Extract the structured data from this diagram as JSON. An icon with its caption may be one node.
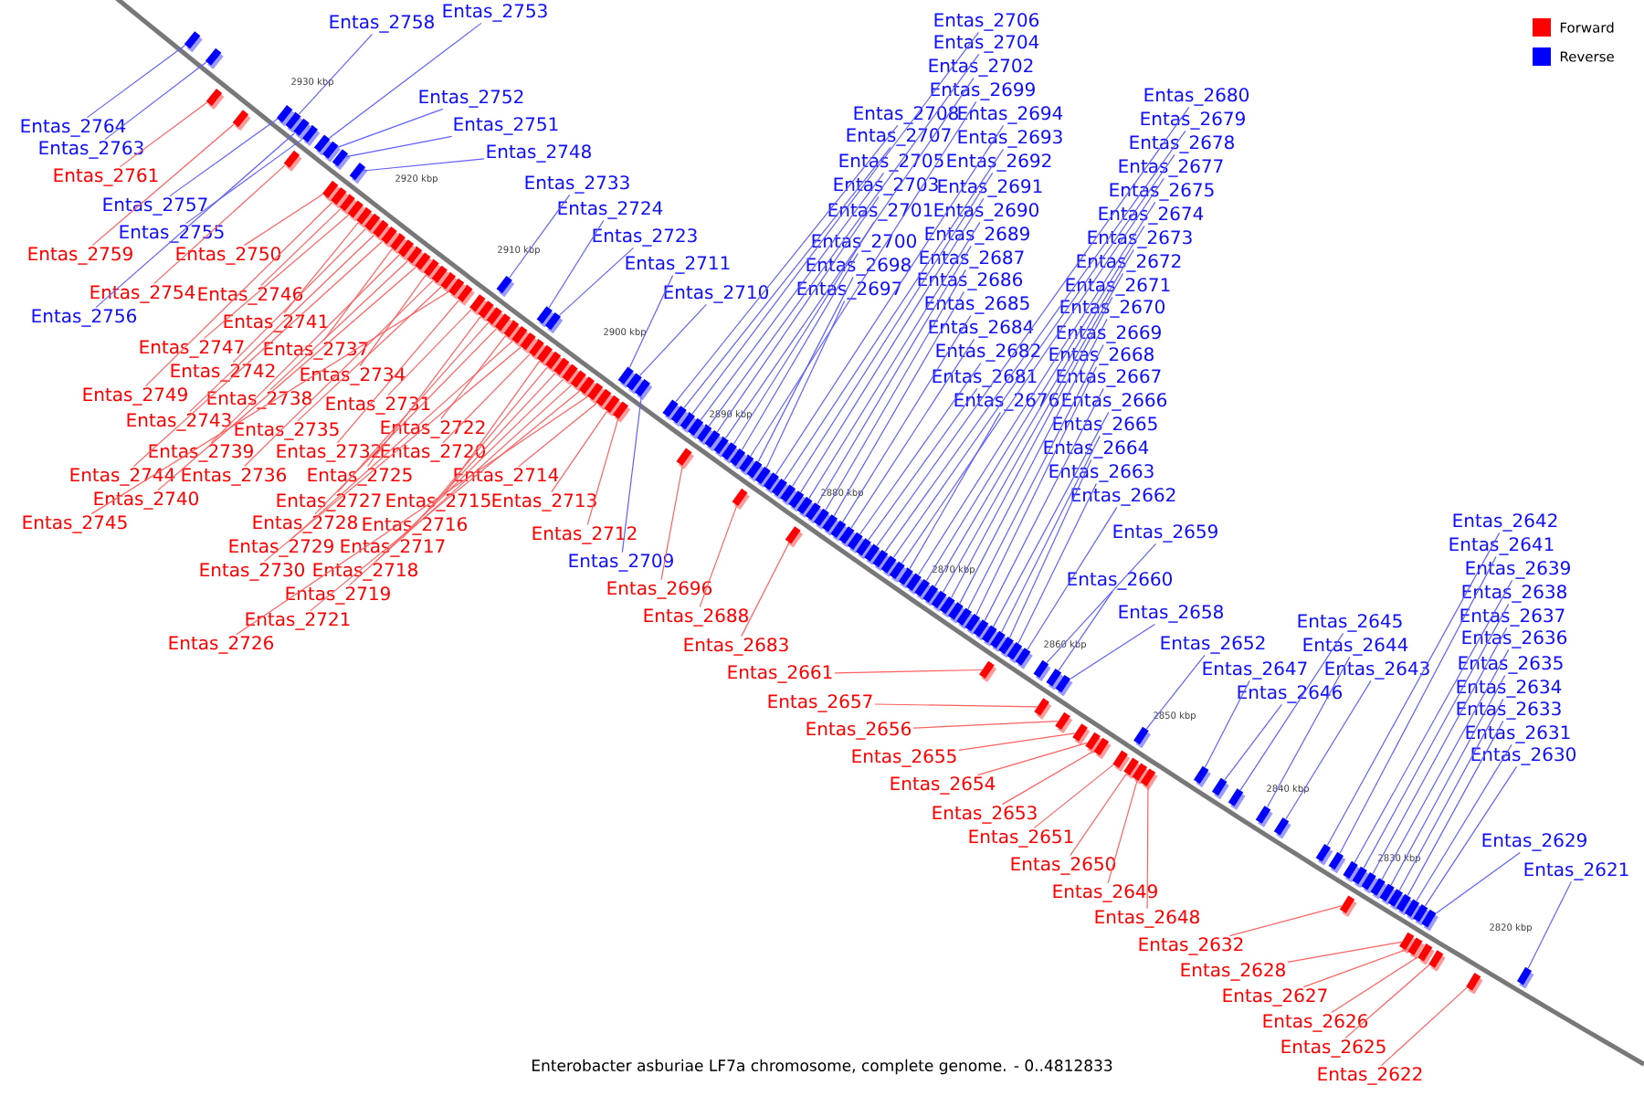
{
  "diagram": {
    "caption": "Enterobacter asburiae LF7a chromosome, complete genome. - 0..4812833",
    "nodes": [
      {
        "text": [
          "Entas_2758"
        ]
      },
      {
        "text": [
          "Entas_2753"
        ]
      },
      {
        "text": [
          "Entas_2752"
        ]
      },
      {
        "text": [
          "Entas_2751"
        ]
      },
      {
        "text": [
          "Entas_2748"
        ]
      },
      {
        "text": [
          "Entas_2764"
        ]
      },
      {
        "text": [
          "Entas_2763"
        ]
      },
      {
        "text": [
          "Entas_2761"
        ]
      },
      {
        "text": [
          "Entas_2757"
        ]
      },
      {
        "text": [
          "Entas_2755"
        ]
      },
      {
        "text": [
          "Entas_2759"
        ]
      },
      {
        "text": [
          "Entas_2750"
        ]
      },
      {
        "text": [
          "Entas_2754"
        ]
      },
      {
        "text": [
          "Entas_2756"
        ]
      },
      {
        "text": [
          "Entas_2746"
        ]
      },
      {
        "text": [
          "Entas_2741"
        ]
      },
      {
        "text": [
          "Entas_2747"
        ]
      },
      {
        "text": [
          "Entas_2737"
        ]
      },
      {
        "text": [
          "Entas_2742"
        ]
      },
      {
        "text": [
          "Entas_2734"
        ]
      },
      {
        "text": [
          "Entas_2749"
        ]
      },
      {
        "text": [
          "Entas_2738"
        ]
      },
      {
        "text": [
          "Entas_2743"
        ]
      },
      {
        "text": [
          "Entas_2731"
        ]
      },
      {
        "text": [
          "Entas_2735"
        ]
      },
      {
        "text": [
          "Entas_2739"
        ]
      },
      {
        "text": [
          "Entas_2732"
        ]
      },
      {
        "text": [
          "Entas_2744"
        ]
      },
      {
        "text": [
          "Entas_2736"
        ]
      },
      {
        "text": [
          "Entas_2725"
        ]
      },
      {
        "text": [
          "Entas_2740"
        ]
      },
      {
        "text": [
          "Entas_2745"
        ]
      },
      {
        "text": [
          "Entas_2722"
        ]
      },
      {
        "text": [
          "Entas_2720"
        ]
      },
      {
        "text": [
          "Entas_2727"
        ]
      },
      {
        "text": [
          "Entas_2715"
        ]
      },
      {
        "text": [
          "Entas_2728"
        ]
      },
      {
        "text": [
          "Entas_2716"
        ]
      },
      {
        "text": [
          "Entas_2729"
        ]
      },
      {
        "text": [
          "Entas_2717"
        ]
      },
      {
        "text": [
          "Entas_2730"
        ]
      },
      {
        "text": [
          "Entas_2718"
        ]
      },
      {
        "text": [
          "Entas_2719"
        ]
      },
      {
        "text": [
          "Entas_2721"
        ]
      },
      {
        "text": [
          "Entas_2726"
        ]
      },
      {
        "text": [
          "Entas_2714"
        ]
      },
      {
        "text": [
          "Entas_2713"
        ]
      },
      {
        "text": [
          "Entas_2733"
        ]
      },
      {
        "text": [
          "Entas_2724"
        ]
      },
      {
        "text": [
          "Entas_2723"
        ]
      },
      {
        "text": [
          "Entas_2711"
        ]
      },
      {
        "text": [
          "Entas_2710"
        ]
      },
      {
        "text": [
          "Entas_2712"
        ]
      },
      {
        "text": [
          "Entas_2709"
        ]
      },
      {
        "text": [
          "Entas_2696"
        ]
      },
      {
        "text": [
          "Entas_2688"
        ]
      },
      {
        "text": [
          "Entas_2683"
        ]
      },
      {
        "text": [
          "Entas_2706"
        ]
      },
      {
        "text": [
          "Entas_2704"
        ]
      },
      {
        "text": [
          "Entas_2702"
        ]
      },
      {
        "text": [
          "Entas_2699"
        ]
      },
      {
        "text": [
          "Entas_2708"
        ]
      },
      {
        "text": [
          "Entas_2707"
        ]
      },
      {
        "text": [
          "Entas_2705"
        ]
      },
      {
        "text": [
          "Entas_2703"
        ]
      },
      {
        "text": [
          "Entas_2701"
        ]
      },
      {
        "text": [
          "Entas_2700"
        ]
      },
      {
        "text": [
          "Entas_2698"
        ]
      },
      {
        "text": [
          "Entas_2697"
        ]
      },
      {
        "text": [
          "Entas_2694"
        ]
      },
      {
        "text": [
          "Entas_2693"
        ]
      },
      {
        "text": [
          "Entas_2692"
        ]
      },
      {
        "text": [
          "Entas_2691"
        ]
      },
      {
        "text": [
          "Entas_2690"
        ]
      },
      {
        "text": [
          "Entas_2689"
        ]
      },
      {
        "text": [
          "Entas_2687"
        ]
      },
      {
        "text": [
          "Entas_2686"
        ]
      },
      {
        "text": [
          "Entas_2685"
        ]
      },
      {
        "text": [
          "Entas_2684"
        ]
      },
      {
        "text": [
          "Entas_2682"
        ]
      },
      {
        "text": [
          "Entas_2681"
        ]
      },
      {
        "text": [
          "Entas_2676"
        ]
      },
      {
        "text": [
          "Entas_2680"
        ]
      },
      {
        "text": [
          "Entas_2679"
        ]
      },
      {
        "text": [
          "Entas_2678"
        ]
      },
      {
        "text": [
          "Entas_2677"
        ]
      },
      {
        "text": [
          "Entas_2675"
        ]
      },
      {
        "text": [
          "Entas_2674"
        ]
      },
      {
        "text": [
          "Entas_2673"
        ]
      },
      {
        "text": [
          "Entas_2672"
        ]
      },
      {
        "text": [
          "Entas_2671"
        ]
      },
      {
        "text": [
          "Entas_2670"
        ]
      },
      {
        "text": [
          "Entas_2669"
        ]
      },
      {
        "text": [
          "Entas_2668"
        ]
      },
      {
        "text": [
          "Entas_2667"
        ]
      },
      {
        "text": [
          "Entas_2666"
        ]
      },
      {
        "text": [
          "Entas_2665"
        ]
      },
      {
        "text": [
          "Entas_2664"
        ]
      },
      {
        "text": [
          "Entas_2663"
        ]
      },
      {
        "text": [
          "Entas_2662"
        ]
      },
      {
        "text": [
          "Entas_2659"
        ]
      },
      {
        "text": [
          "Entas_2660"
        ]
      },
      {
        "text": [
          "Entas_2658"
        ]
      },
      {
        "text": [
          "Entas_2652"
        ]
      },
      {
        "text": [
          "Entas_2647"
        ]
      },
      {
        "text": [
          "Entas_2646"
        ]
      },
      {
        "text": [
          "Entas_2645"
        ]
      },
      {
        "text": [
          "Entas_2644"
        ]
      },
      {
        "text": [
          "Entas_2643"
        ]
      },
      {
        "text": [
          "Entas_2642"
        ]
      },
      {
        "text": [
          "Entas_2641"
        ]
      },
      {
        "text": [
          "Entas_2639"
        ]
      },
      {
        "text": [
          "Entas_2638"
        ]
      },
      {
        "text": [
          "Entas_2637"
        ]
      },
      {
        "text": [
          "Entas_2636"
        ]
      },
      {
        "text": [
          "Entas_2635"
        ]
      },
      {
        "text": [
          "Entas_2634"
        ]
      },
      {
        "text": [
          "Entas_2633"
        ]
      },
      {
        "text": [
          "Entas_2631"
        ]
      },
      {
        "text": [
          "Entas_2630"
        ]
      },
      {
        "text": [
          "Entas_2629"
        ]
      },
      {
        "text": [
          "Entas_2621"
        ]
      },
      {
        "text": [
          "Entas_2661"
        ]
      },
      {
        "text": [
          "Entas_2657"
        ]
      },
      {
        "text": [
          "Entas_2656"
        ]
      },
      {
        "text": [
          "Entas_2655"
        ]
      },
      {
        "text": [
          "Entas_2654"
        ]
      },
      {
        "text": [
          "Entas_2653"
        ]
      },
      {
        "text": [
          "Entas_2651"
        ]
      },
      {
        "text": [
          "Entas_2650"
        ]
      },
      {
        "text": [
          "Entas_2649"
        ]
      },
      {
        "text": [
          "Entas_2648"
        ]
      },
      {
        "text": [
          "Entas_2632"
        ]
      },
      {
        "text": [
          "Entas_2628"
        ]
      },
      {
        "text": [
          "Entas_2627"
        ]
      },
      {
        "text": [
          "Entas_2626"
        ]
      },
      {
        "text": [
          "Entas_2625"
        ]
      },
      {
        "text": [
          "Entas_2622"
        ]
      },
      {
        "text": [],
        "shape": "box"
      },
      {
        "text": [],
        "shape": "box"
      },
      {
        "text": [],
        "shape": "box"
      },
      {
        "text": [],
        "shape": "box"
      },
      {
        "text": [],
        "shape": "box"
      },
      {
        "text": [],
        "shape": "box"
      },
      {
        "text": [],
        "shape": "box"
      },
      {
        "text": [],
        "shape": "box"
      },
      {
        "text": [],
        "shape": "box"
      },
      {
        "text": [],
        "shape": "box"
      },
      {
        "text": [],
        "shape": "box"
      },
      {
        "text": [],
        "shape": "box"
      },
      {
        "text": [],
        "shape": "box"
      },
      {
        "text": [],
        "shape": "box"
      },
      {
        "text": [],
        "shape": "box"
      },
      {
        "text": [],
        "shape": "box"
      },
      {
        "text": [],
        "shape": "box"
      },
      {
        "text": [],
        "shape": "box"
      },
      {
        "text": [],
        "shape": "box"
      },
      {
        "text": [],
        "shape": "box"
      },
      {
        "text": [],
        "shape": "box"
      },
      {
        "text": [],
        "shape": "box"
      },
      {
        "text": [],
        "shape": "box"
      },
      {
        "text": [],
        "shape": "box"
      },
      {
        "text": [],
        "shape": "box"
      },
      {
        "text": [],
        "shape": "box"
      },
      {
        "text": [],
        "shape": "box"
      },
      {
        "text": [],
        "shape": "box"
      },
      {
        "text": [],
        "shape": "box"
      },
      {
        "text": [],
        "shape": "box"
      },
      {
        "text": [],
        "shape": "box"
      },
      {
        "text": [],
        "shape": "box"
      },
      {
        "text": [],
        "shape": "box"
      },
      {
        "text": [],
        "shape": "box"
      },
      {
        "text": [],
        "shape": "box"
      },
      {
        "text": [],
        "shape": "box"
      },
      {
        "text": [],
        "shape": "box"
      },
      {
        "text": [],
        "shape": "box"
      },
      {
        "text": [],
        "shape": "box"
      },
      {
        "text": [],
        "shape": "box"
      },
      {
        "text": [],
        "shape": "box"
      },
      {
        "text": [],
        "shape": "box"
      },
      {
        "text": [],
        "shape": "box"
      },
      {
        "text": [],
        "shape": "box"
      },
      {
        "text": [],
        "shape": "box"
      },
      {
        "text": [],
        "shape": "box"
      },
      {
        "text": [],
        "shape": "box"
      },
      {
        "text": [],
        "shape": "box"
      },
      {
        "text": [],
        "shape": "box"
      },
      {
        "text": [],
        "shape": "box"
      },
      {
        "text": [],
        "shape": "box"
      },
      {
        "text": [],
        "shape": "box"
      },
      {
        "text": [],
        "shape": "box"
      },
      {
        "text": [],
        "shape": "box"
      },
      {
        "text": [],
        "shape": "box"
      },
      {
        "text": [],
        "shape": "box"
      },
      {
        "text": [],
        "shape": "box"
      },
      {
        "text": [],
        "shape": "box"
      },
      {
        "text": [],
        "shape": "box"
      },
      {
        "text": [],
        "shape": "box"
      },
      {
        "text": [],
        "shape": "box"
      },
      {
        "text": [],
        "shape": "box"
      },
      {
        "text": [],
        "shape": "box"
      },
      {
        "text": [],
        "shape": "box"
      },
      {
        "text": [],
        "shape": "box"
      },
      {
        "text": [],
        "shape": "box"
      },
      {
        "text": [],
        "shape": "box"
      },
      {
        "text": [],
        "shape": "box"
      },
      {
        "text": [],
        "shape": "box"
      },
      {
        "text": [],
        "shape": "box"
      },
      {
        "text": [],
        "shape": "box"
      },
      {
        "text": [],
        "shape": "box"
      },
      {
        "text": [],
        "shape": "box"
      },
      {
        "text": [],
        "shape": "box"
      },
      {
        "text": [],
        "shape": "box"
      },
      {
        "text": [],
        "shape": "box"
      },
      {
        "text": [],
        "shape": "box"
      },
      {
        "text": [],
        "shape": "box"
      },
      {
        "text": [],
        "shape": "box"
      },
      {
        "text": [],
        "shape": "box"
      },
      {
        "text": [],
        "shape": "box"
      },
      {
        "text": [],
        "shape": "box"
      },
      {
        "text": [],
        "shape": "box"
      },
      {
        "text": [],
        "shape": "box"
      },
      {
        "text": [],
        "shape": "box"
      },
      {
        "text": [],
        "shape": "box"
      },
      {
        "text": [],
        "shape": "box"
      },
      {
        "text": [],
        "shape": "box"
      },
      {
        "text": [],
        "shape": "box"
      },
      {
        "text": [],
        "shape": "box"
      },
      {
        "text": [],
        "shape": "box"
      },
      {
        "text": [],
        "shape": "box"
      },
      {
        "text": [],
        "shape": "box"
      },
      {
        "text": [],
        "shape": "box"
      },
      {
        "text": [],
        "shape": "box"
      },
      {
        "text": [],
        "shape": "box"
      },
      {
        "text": [],
        "shape": "box"
      },
      {
        "text": [],
        "shape": "box"
      },
      {
        "text": [],
        "shape": "box"
      },
      {
        "text": [],
        "shape": "box"
      },
      {
        "text": [],
        "shape": "box"
      },
      {
        "text": [],
        "shape": "box"
      },
      {
        "text": [],
        "shape": "box"
      },
      {
        "text": [],
        "shape": "box"
      },
      {
        "text": [],
        "shape": "box"
      },
      {
        "text": [],
        "shape": "box"
      },
      {
        "text": [],
        "shape": "box"
      },
      {
        "text": [],
        "shape": "box"
      },
      {
        "text": [],
        "shape": "box"
      },
      {
        "text": [],
        "shape": "box"
      },
      {
        "text": [],
        "shape": "box"
      },
      {
        "text": [],
        "shape": "box"
      },
      {
        "text": [],
        "shape": "box"
      },
      {
        "text": [],
        "shape": "box"
      },
      {
        "text": [],
        "shape": "box"
      },
      {
        "text": [],
        "shape": "box"
      },
      {
        "text": [],
        "shape": "box"
      },
      {
        "text": [],
        "shape": "box"
      },
      {
        "text": [],
        "shape": "box"
      },
      {
        "text": [],
        "shape": "box"
      },
      {
        "text": [],
        "shape": "box"
      },
      {
        "text": [],
        "shape": "box"
      },
      {
        "text": [],
        "shape": "box"
      },
      {
        "text": [],
        "shape": "box"
      },
      {
        "text": [],
        "shape": "box"
      },
      {
        "text": [],
        "shape": "box"
      },
      {
        "text": [],
        "shape": "box"
      },
      {
        "text": [],
        "shape": "box"
      },
      {
        "text": [],
        "shape": "box"
      },
      {
        "text": [],
        "shape": "box"
      },
      {
        "text": [],
        "shape": "box"
      },
      {
        "text": [],
        "shape": "box"
      },
      {
        "text": [],
        "shape": "box"
      },
      {
        "text": [],
        "shape": "box"
      },
      {
        "text": [],
        "shape": "box"
      },
      {
        "text": [],
        "shape": "box"
      },
      {
        "text": [],
        "shape": "box"
      },
      {
        "text": [],
        "shape": "box"
      }
    ],
    "edges": [
      {
        "from": 0,
        "to": 138,
        "arrow": "none",
        "color": "#6060ff"
      },
      {
        "from": 1,
        "to": 139,
        "arrow": "none",
        "color": "#6060ff"
      },
      {
        "from": 2,
        "to": 140,
        "arrow": "none",
        "color": "#6060ff"
      },
      {
        "from": 3,
        "to": 141,
        "arrow": "none",
        "color": "#6060ff"
      },
      {
        "from": 4,
        "to": 142,
        "arrow": "none",
        "color": "#6060ff"
      },
      {
        "from": 5,
        "to": 143,
        "arrow": "none",
        "color": "#6060ff"
      },
      {
        "from": 6,
        "to": 144,
        "arrow": "none",
        "color": "#6060ff"
      },
      {
        "from": 7,
        "to": 145,
        "arrow": "none",
        "color": "#ff6060"
      },
      {
        "from": 8,
        "to": 146,
        "arrow": "none",
        "color": "#6060ff"
      },
      {
        "from": 9,
        "to": 147,
        "arrow": "none",
        "color": "#6060ff"
      },
      {
        "from": 10,
        "to": 148,
        "arrow": "none",
        "color": "#ff6060"
      },
      {
        "from": 11,
        "to": 149,
        "arrow": "none",
        "color": "#ff6060"
      },
      {
        "from": 12,
        "to": 150,
        "arrow": "none",
        "color": "#ff6060"
      },
      {
        "from": 13,
        "to": 151,
        "arrow": "none",
        "color": "#6060ff"
      },
      {
        "from": 14,
        "to": 152,
        "arrow": "none",
        "color": "#ff6060"
      },
      {
        "from": 15,
        "to": 153,
        "arrow": "none",
        "color": "#ff6060"
      },
      {
        "from": 16,
        "to": 154,
        "arrow": "none",
        "color": "#ff6060"
      },
      {
        "from": 17,
        "to": 155,
        "arrow": "none",
        "color": "#ff6060"
      },
      {
        "from": 18,
        "to": 156,
        "arrow": "none",
        "color": "#ff6060"
      },
      {
        "from": 19,
        "to": 157,
        "arrow": "none",
        "color": "#ff6060"
      },
      {
        "from": 20,
        "to": 158,
        "arrow": "none",
        "color": "#ff6060"
      },
      {
        "from": 21,
        "to": 159,
        "arrow": "none",
        "color": "#ff6060"
      },
      {
        "from": 22,
        "to": 160,
        "arrow": "none",
        "color": "#ff6060"
      },
      {
        "from": 23,
        "to": 161,
        "arrow": "none",
        "color": "#ff6060"
      },
      {
        "from": 24,
        "to": 162,
        "arrow": "none",
        "color": "#ff6060"
      },
      {
        "from": 25,
        "to": 163,
        "arrow": "none",
        "color": "#ff6060"
      },
      {
        "from": 26,
        "to": 164,
        "arrow": "none",
        "color": "#ff6060"
      },
      {
        "from": 27,
        "to": 165,
        "arrow": "none",
        "color": "#ff6060"
      },
      {
        "from": 28,
        "to": 166,
        "arrow": "none",
        "color": "#ff6060"
      },
      {
        "from": 29,
        "to": 167,
        "arrow": "none",
        "color": "#ff6060"
      },
      {
        "from": 30,
        "to": 168,
        "arrow": "none",
        "color": "#ff6060"
      },
      {
        "from": 31,
        "to": 169,
        "arrow": "none",
        "color": "#ff6060"
      },
      {
        "from": 32,
        "to": 170,
        "arrow": "none",
        "color": "#ff6060"
      },
      {
        "from": 33,
        "to": 171,
        "arrow": "none",
        "color": "#ff6060"
      },
      {
        "from": 34,
        "to": 172,
        "arrow": "none",
        "color": "#ff6060"
      },
      {
        "from": 35,
        "to": 173,
        "arrow": "none",
        "color": "#ff6060"
      },
      {
        "from": 36,
        "to": 174,
        "arrow": "none",
        "color": "#ff6060"
      },
      {
        "from": 37,
        "to": 175,
        "arrow": "none",
        "color": "#ff6060"
      },
      {
        "from": 38,
        "to": 176,
        "arrow": "none",
        "color": "#ff6060"
      },
      {
        "from": 39,
        "to": 177,
        "arrow": "none",
        "color": "#ff6060"
      },
      {
        "from": 40,
        "to": 178,
        "arrow": "none",
        "color": "#ff6060"
      },
      {
        "from": 41,
        "to": 179,
        "arrow": "none",
        "color": "#ff6060"
      },
      {
        "from": 42,
        "to": 180,
        "arrow": "none",
        "color": "#ff6060"
      },
      {
        "from": 43,
        "to": 181,
        "arrow": "none",
        "color": "#ff6060"
      },
      {
        "from": 44,
        "to": 182,
        "arrow": "none",
        "color": "#ff6060"
      },
      {
        "from": 45,
        "to": 183,
        "arrow": "none",
        "color": "#ff6060"
      },
      {
        "from": 46,
        "to": 184,
        "arrow": "none",
        "color": "#ff6060"
      },
      {
        "from": 47,
        "to": 185,
        "arrow": "none",
        "color": "#6060ff"
      },
      {
        "from": 48,
        "to": 186,
        "arrow": "none",
        "color": "#6060ff"
      },
      {
        "from": 49,
        "to": 187,
        "arrow": "none",
        "color": "#6060ff"
      },
      {
        "from": 50,
        "to": 188,
        "arrow": "none",
        "color": "#6060ff"
      },
      {
        "from": 51,
        "to": 189,
        "arrow": "none",
        "color": "#6060ff"
      },
      {
        "from": 52,
        "to": 190,
        "arrow": "none",
        "color": "#ff6060"
      },
      {
        "from": 53,
        "to": 191,
        "arrow": "none",
        "color": "#6060ff"
      },
      {
        "from": 54,
        "to": 192,
        "arrow": "none",
        "color": "#ff6060"
      },
      {
        "from": 55,
        "to": 193,
        "arrow": "none",
        "color": "#ff6060"
      },
      {
        "from": 56,
        "to": 194,
        "arrow": "none",
        "color": "#ff6060"
      },
      {
        "from": 57,
        "to": 195,
        "arrow": "none",
        "color": "#6060ff"
      },
      {
        "from": 58,
        "to": 196,
        "arrow": "none",
        "color": "#6060ff"
      },
      {
        "from": 59,
        "to": 197,
        "arrow": "none",
        "color": "#6060ff"
      },
      {
        "from": 60,
        "to": 198,
        "arrow": "none",
        "color": "#6060ff"
      },
      {
        "from": 61,
        "to": 199,
        "arrow": "none",
        "color": "#6060ff"
      },
      {
        "from": 62,
        "to": 200,
        "arrow": "none",
        "color": "#6060ff"
      },
      {
        "from": 63,
        "to": 201,
        "arrow": "none",
        "color": "#6060ff"
      },
      {
        "from": 64,
        "to": 202,
        "arrow": "none",
        "color": "#6060ff"
      },
      {
        "from": 65,
        "to": 203,
        "arrow": "none",
        "color": "#6060ff"
      },
      {
        "from": 66,
        "to": 204,
        "arrow": "none",
        "color": "#6060ff"
      },
      {
        "from": 67,
        "to": 205,
        "arrow": "none",
        "color": "#6060ff"
      },
      {
        "from": 68,
        "to": 206,
        "arrow": "none",
        "color": "#6060ff"
      },
      {
        "from": 69,
        "to": 207,
        "arrow": "none",
        "color": "#6060ff"
      },
      {
        "from": 70,
        "to": 208,
        "arrow": "none",
        "color": "#6060ff"
      },
      {
        "from": 71,
        "to": 209,
        "arrow": "none",
        "color": "#6060ff"
      },
      {
        "from": 72,
        "to": 210,
        "arrow": "none",
        "color": "#6060ff"
      },
      {
        "from": 73,
        "to": 211,
        "arrow": "none",
        "color": "#6060ff"
      },
      {
        "from": 74,
        "to": 212,
        "arrow": "none",
        "color": "#6060ff"
      },
      {
        "from": 75,
        "to": 213,
        "arrow": "none",
        "color": "#6060ff"
      },
      {
        "from": 76,
        "to": 214,
        "arrow": "none",
        "color": "#6060ff"
      },
      {
        "from": 77,
        "to": 215,
        "arrow": "none",
        "color": "#6060ff"
      },
      {
        "from": 78,
        "to": 216,
        "arrow": "none",
        "color": "#6060ff"
      },
      {
        "from": 79,
        "to": 217,
        "arrow": "none",
        "color": "#6060ff"
      },
      {
        "from": 80,
        "to": 218,
        "arrow": "none",
        "color": "#6060ff"
      },
      {
        "from": 81,
        "to": 219,
        "arrow": "none",
        "color": "#6060ff"
      },
      {
        "from": 82,
        "to": 220,
        "arrow": "none",
        "color": "#6060ff"
      },
      {
        "from": 83,
        "to": 221,
        "arrow": "none",
        "color": "#6060ff"
      },
      {
        "from": 84,
        "to": 222,
        "arrow": "none",
        "color": "#6060ff"
      },
      {
        "from": 85,
        "to": 223,
        "arrow": "none",
        "color": "#6060ff"
      },
      {
        "from": 86,
        "to": 224,
        "arrow": "none",
        "color": "#6060ff"
      },
      {
        "from": 87,
        "to": 225,
        "arrow": "none",
        "color": "#6060ff"
      },
      {
        "from": 88,
        "to": 226,
        "arrow": "none",
        "color": "#6060ff"
      },
      {
        "from": 89,
        "to": 227,
        "arrow": "none",
        "color": "#6060ff"
      },
      {
        "from": 90,
        "to": 228,
        "arrow": "none",
        "color": "#6060ff"
      },
      {
        "from": 91,
        "to": 229,
        "arrow": "none",
        "color": "#6060ff"
      },
      {
        "from": 92,
        "to": 230,
        "arrow": "none",
        "color": "#6060ff"
      },
      {
        "from": 93,
        "to": 231,
        "arrow": "none",
        "color": "#6060ff"
      },
      {
        "from": 94,
        "to": 232,
        "arrow": "none",
        "color": "#6060ff"
      },
      {
        "from": 95,
        "to": 233,
        "arrow": "none",
        "color": "#6060ff"
      },
      {
        "from": 96,
        "to": 234,
        "arrow": "none",
        "color": "#6060ff"
      },
      {
        "from": 97,
        "to": 235,
        "arrow": "none",
        "color": "#6060ff"
      },
      {
        "from": 98,
        "to": 236,
        "arrow": "none",
        "color": "#6060ff"
      },
      {
        "from": 99,
        "to": 237,
        "arrow": "none",
        "color": "#6060ff"
      },
      {
        "from": 100,
        "to": 238,
        "arrow": "none",
        "color": "#6060ff"
      },
      {
        "from": 101,
        "to": 239,
        "arrow": "none",
        "color": "#6060ff"
      },
      {
        "from": 102,
        "to": 240,
        "arrow": "none",
        "color": "#6060ff"
      },
      {
        "from": 103,
        "to": 241,
        "arrow": "none",
        "color": "#6060ff"
      },
      {
        "from": 104,
        "to": 242,
        "arrow": "none",
        "color": "#6060ff"
      },
      {
        "from": 105,
        "to": 243,
        "arrow": "none",
        "color": "#6060ff"
      },
      {
        "from": 106,
        "to": 244,
        "arrow": "none",
        "color": "#6060ff"
      },
      {
        "from": 107,
        "to": 245,
        "arrow": "none",
        "color": "#6060ff"
      },
      {
        "from": 108,
        "to": 246,
        "arrow": "none",
        "color": "#6060ff"
      },
      {
        "from": 109,
        "to": 247,
        "arrow": "none",
        "color": "#6060ff"
      },
      {
        "from": 110,
        "to": 248,
        "arrow": "none",
        "color": "#6060ff"
      },
      {
        "from": 111,
        "to": 249,
        "arrow": "none",
        "color": "#6060ff"
      },
      {
        "from": 112,
        "to": 250,
        "arrow": "none",
        "color": "#6060ff"
      },
      {
        "from": 113,
        "to": 251,
        "arrow": "none",
        "color": "#6060ff"
      },
      {
        "from": 114,
        "to": 252,
        "arrow": "none",
        "color": "#6060ff"
      },
      {
        "from": 115,
        "to": 253,
        "arrow": "none",
        "color": "#6060ff"
      },
      {
        "from": 116,
        "to": 254,
        "arrow": "none",
        "color": "#6060ff"
      },
      {
        "from": 117,
        "to": 255,
        "arrow": "none",
        "color": "#6060ff"
      },
      {
        "from": 118,
        "to": 256,
        "arrow": "none",
        "color": "#6060ff"
      },
      {
        "from": 119,
        "to": 257,
        "arrow": "none",
        "color": "#6060ff"
      },
      {
        "from": 120,
        "to": 258,
        "arrow": "none",
        "color": "#6060ff"
      },
      {
        "from": 121,
        "to": 259,
        "arrow": "none",
        "color": "#6060ff"
      },
      {
        "from": 122,
        "to": 260,
        "arrow": "none",
        "color": "#ff6060"
      },
      {
        "from": 123,
        "to": 261,
        "arrow": "none",
        "color": "#ff6060"
      },
      {
        "from": 124,
        "to": 262,
        "arrow": "none",
        "color": "#ff6060"
      },
      {
        "from": 125,
        "to": 263,
        "arrow": "none",
        "color": "#ff6060"
      },
      {
        "from": 126,
        "to": 264,
        "arrow": "none",
        "color": "#ff6060"
      },
      {
        "from": 127,
        "to": 265,
        "arrow": "none",
        "color": "#ff6060"
      },
      {
        "from": 128,
        "to": 266,
        "arrow": "none",
        "color": "#ff6060"
      },
      {
        "from": 129,
        "to": 267,
        "arrow": "none",
        "color": "#ff6060"
      },
      {
        "from": 130,
        "to": 268,
        "arrow": "none",
        "color": "#ff6060"
      },
      {
        "from": 131,
        "to": 269,
        "arrow": "none",
        "color": "#ff6060"
      },
      {
        "from": 132,
        "to": 270,
        "arrow": "none",
        "color": "#ff6060"
      },
      {
        "from": 133,
        "to": 271,
        "arrow": "none",
        "color": "#ff6060"
      },
      {
        "from": 134,
        "to": 272,
        "arrow": "none",
        "color": "#ff6060"
      },
      {
        "from": 135,
        "to": 273,
        "arrow": "none",
        "color": "#ff6060"
      },
      {
        "from": 136,
        "to": 274,
        "arrow": "none",
        "color": "#ff6060"
      },
      {
        "from": 137,
        "to": 275,
        "arrow": "none",
        "color": "#ff6060"
      }
    ],
    "labels": [
      "2930 kbp",
      "2920 kbp",
      "2910 kbp",
      "2900 kbp",
      "2890 kbp",
      "2880 kbp",
      "2870 kbp",
      "2860 kbp",
      "2850 kbp",
      "2840 kbp",
      "2830 kbp",
      "2820 kbp"
    ],
    "legend": [
      {
        "text": "Forward",
        "color": "#ff0000"
      },
      {
        "text": "Reverse",
        "color": "#0000ff"
      }
    ]
  }
}
